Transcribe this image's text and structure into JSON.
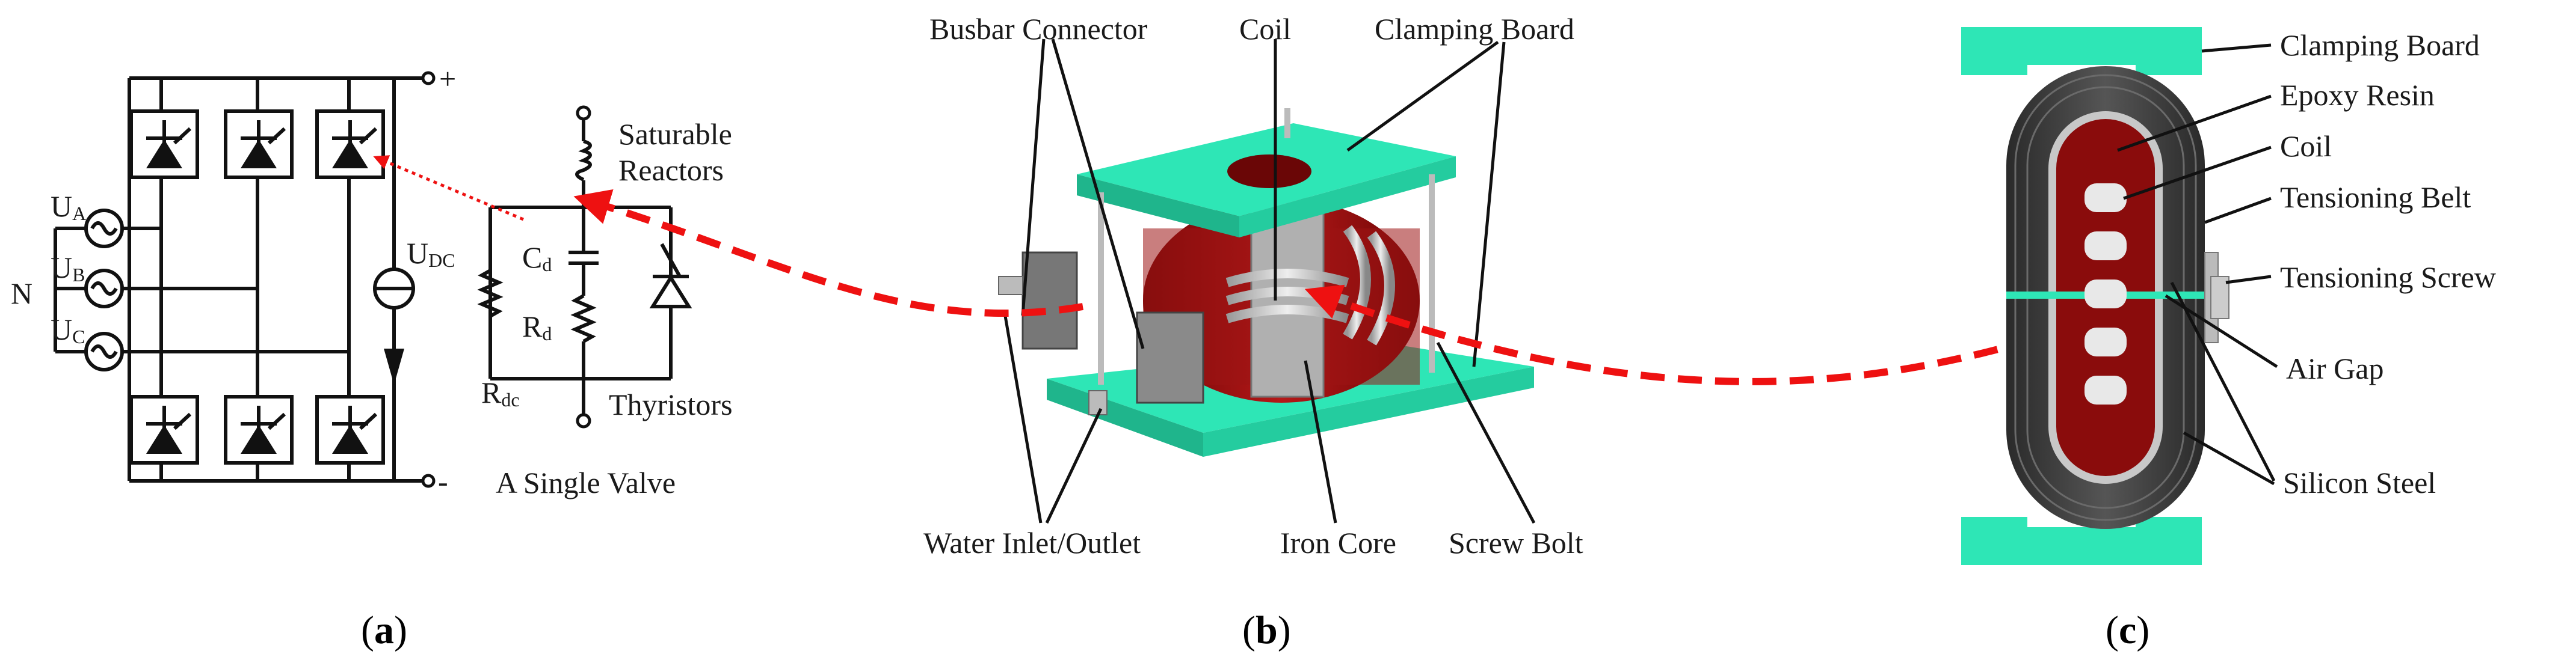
{
  "panel_a": {
    "phases": {
      "ua": {
        "main": "U",
        "sub": "A"
      },
      "ub": {
        "main": "U",
        "sub": "B"
      },
      "uc": {
        "main": "U",
        "sub": "C"
      }
    },
    "neutral": "N",
    "plus": "+",
    "minus": "-",
    "udc": {
      "main": "U",
      "sub": "DC"
    },
    "saturable_reactors_line1": "Saturable",
    "saturable_reactors_line2": "Reactors",
    "cd": {
      "main": "C",
      "sub": "d"
    },
    "rd": {
      "main": "R",
      "sub": "d"
    },
    "rdc": {
      "main": "R",
      "sub": "dc"
    },
    "thyristors": "Thyristors",
    "single_valve": "A Single Valve",
    "caption": {
      "open": "(",
      "letter": "a",
      "close": ")"
    }
  },
  "panel_b": {
    "busbar_connector": "Busbar Connector",
    "coil": "Coil",
    "clamping_board": "Clamping Board",
    "water_inlet_outlet": "Water Inlet/Outlet",
    "iron_core": "Iron Core",
    "screw_bolt": "Screw Bolt",
    "caption": {
      "open": "(",
      "letter": "b",
      "close": ")"
    }
  },
  "panel_c": {
    "clamping_board": "Clamping Board",
    "epoxy_resin": "Epoxy Resin",
    "coil": "Coil",
    "tensioning_belt": "Tensioning Belt",
    "tensioning_screw": "Tensioning Screw",
    "air_gap": "Air Gap",
    "silicon_steel": "Silicon Steel",
    "caption": {
      "open": "(",
      "letter": "c",
      "close": ")"
    }
  },
  "colors": {
    "teal": "#2ee6b6",
    "red": "#a31010",
    "dark_steel": "#3a3a3a",
    "arrow_red": "#ee1111"
  },
  "icons": [
    "thyristor-icon",
    "ac-source-icon",
    "dc-current-source-icon",
    "capacitor-icon",
    "resistor-icon",
    "inductor-icon"
  ]
}
